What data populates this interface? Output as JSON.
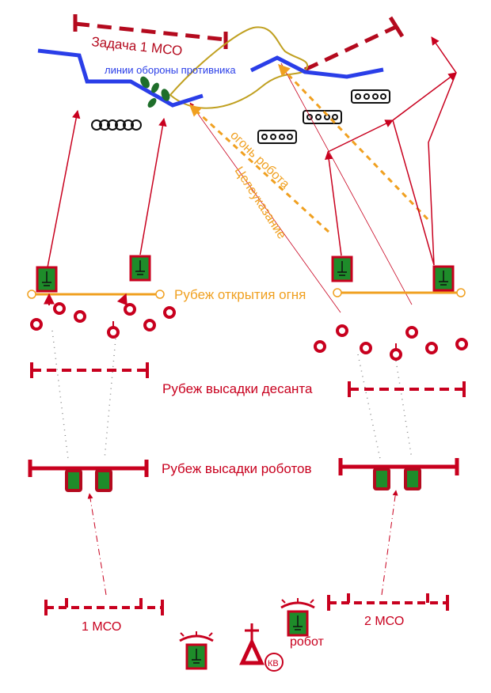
{
  "labels": {
    "task": "Задача 1 МСО",
    "enemy_defense": "линии обороны противника",
    "robot_fire": "огонь робота",
    "target_designation": "Целеуказание",
    "fire_line": "Рубеж открытия огня",
    "landing_troops_line": "Рубеж высадки десанта",
    "landing_robots_line": "Рубеж высадки роботов",
    "unit_1": "1 МСО",
    "unit_2": "2 МСО",
    "robot": "робот",
    "command_post": "КВ"
  },
  "colors": {
    "red": "#c8001e",
    "dark_red": "#b40a1e",
    "blue": "#2a3ee8",
    "orange": "#f0a020",
    "olive": "#c0a020",
    "green": "#1e8c2a",
    "black": "#111111"
  }
}
